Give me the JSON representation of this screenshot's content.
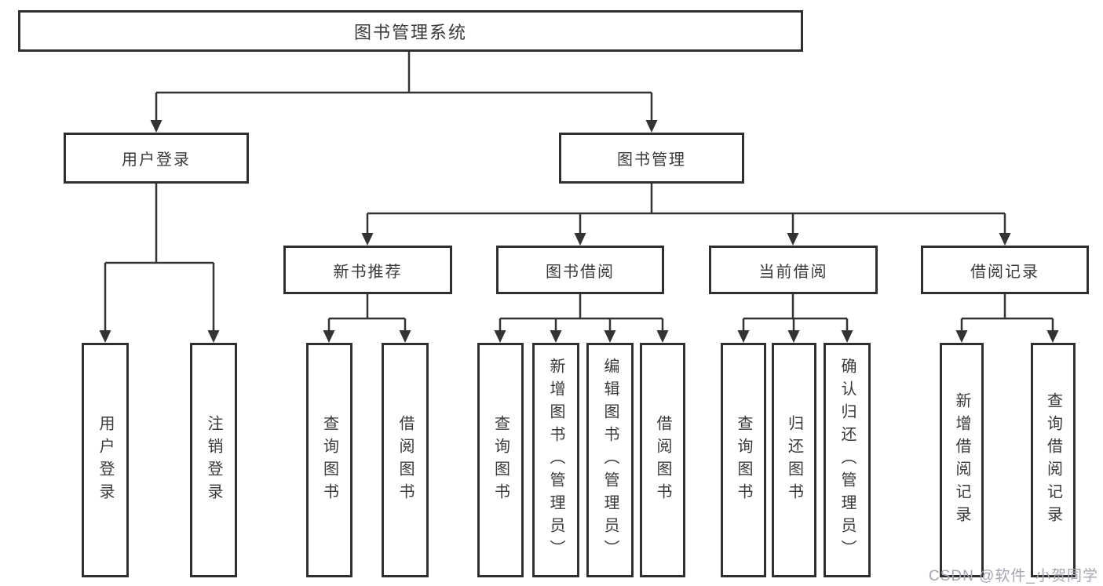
{
  "diagram_title": "图书管理系统",
  "colors": {
    "background": "#ffffff",
    "line": "#333333",
    "box_border": "#2f2f2f",
    "text": "#3a3a3a",
    "watermark": "#a6a6b0"
  },
  "watermark": {
    "text": "CSDN @软件_小贺同学"
  },
  "tree": {
    "root": {
      "label": "图书管理系统"
    },
    "branches": [
      {
        "label": "用户登录",
        "children": [
          {
            "label": "用户登录"
          },
          {
            "label": "注销登录"
          }
        ]
      },
      {
        "label": "图书管理",
        "groups": [
          {
            "label": "新书推荐",
            "children": [
              {
                "label": "查询图书"
              },
              {
                "label": "借阅图书"
              }
            ]
          },
          {
            "label": "图书借阅",
            "children": [
              {
                "label": "查询图书"
              },
              {
                "label": "新增图书（管理员）"
              },
              {
                "label": "编辑图书（管理员）"
              },
              {
                "label": "借阅图书"
              }
            ]
          },
          {
            "label": "当前借阅",
            "children": [
              {
                "label": "查询图书"
              },
              {
                "label": "归还图书"
              },
              {
                "label": "确认归还（管理员）"
              }
            ]
          },
          {
            "label": "借阅记录",
            "children": [
              {
                "label": "新增借阅记录"
              },
              {
                "label": "查询借阅记录"
              }
            ]
          }
        ]
      }
    ]
  }
}
